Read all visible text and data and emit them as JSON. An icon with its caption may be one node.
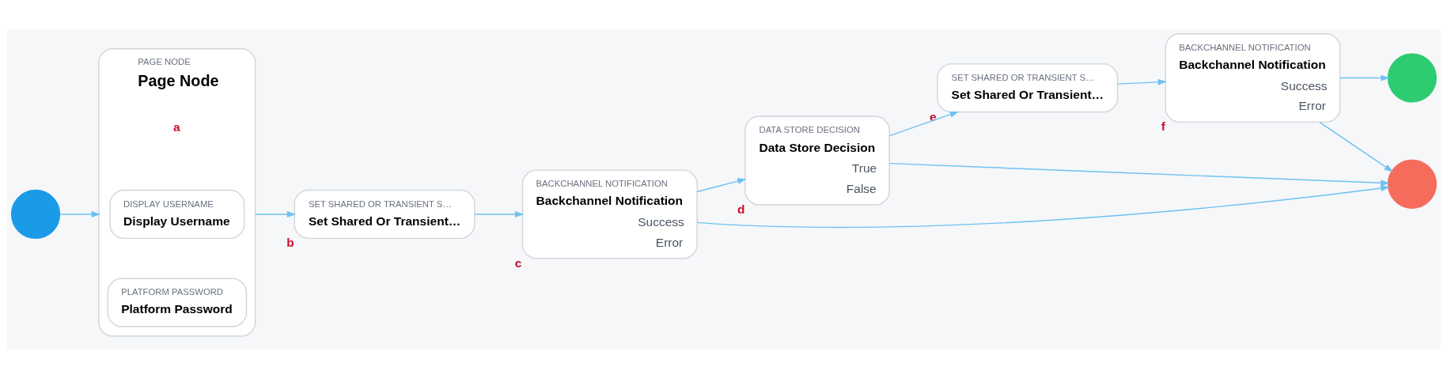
{
  "diagram": {
    "nodes": [
      {
        "text": [],
        "shape": "circle"
      },
      {
        "text": [
          "PAGE NODE",
          "Page Node"
        ],
        "beside": [
          "a"
        ]
      },
      {
        "text": [
          "DISPLAY USERNAME",
          "Display Username"
        ],
        "in": 1
      },
      {
        "text": [
          "PLATFORM PASSWORD",
          "Platform Password"
        ],
        "in": 1
      },
      {
        "text": [
          "SET SHARED OR TRANSIENT S…",
          "Set Shared Or Transient…"
        ],
        "beside": [
          "b"
        ]
      },
      {
        "text": [
          "BACKCHANNEL NOTIFICATION",
          "Backchannel Notification",
          "Success",
          "Error"
        ],
        "beside": [
          "c"
        ]
      },
      {
        "text": [
          "DATA STORE DECISION",
          "Data Store Decision",
          "True",
          "False"
        ],
        "beside": [
          "d"
        ]
      },
      {
        "text": [
          "SET SHARED OR TRANSIENT S…",
          "Set Shared Or Transient…"
        ],
        "beside": [
          "e"
        ]
      },
      {
        "text": [
          "BACKCHANNEL NOTIFICATION",
          "Backchannel Notification",
          "Success",
          "Error"
        ],
        "beside": [
          "f"
        ]
      },
      {
        "text": [],
        "shape": "circle"
      },
      {
        "text": [],
        "shape": "circle"
      }
    ],
    "edges": [
      {
        "from": 0,
        "to": 1,
        "arrow": "to"
      },
      {
        "from": 1,
        "to": 4,
        "arrow": "to"
      },
      {
        "from": 4,
        "to": 5,
        "arrow": "to"
      },
      {
        "from": 5,
        "to": 6,
        "arrow": "to"
      },
      {
        "from": 5,
        "to": 10,
        "arrow": "to"
      },
      {
        "from": 6,
        "to": 7,
        "arrow": "to"
      },
      {
        "from": 6,
        "to": 10,
        "arrow": "to"
      },
      {
        "from": 7,
        "to": 8,
        "arrow": "to"
      },
      {
        "from": 8,
        "to": 9,
        "arrow": "to"
      },
      {
        "from": 8,
        "to": 10,
        "arrow": "to"
      }
    ]
  }
}
